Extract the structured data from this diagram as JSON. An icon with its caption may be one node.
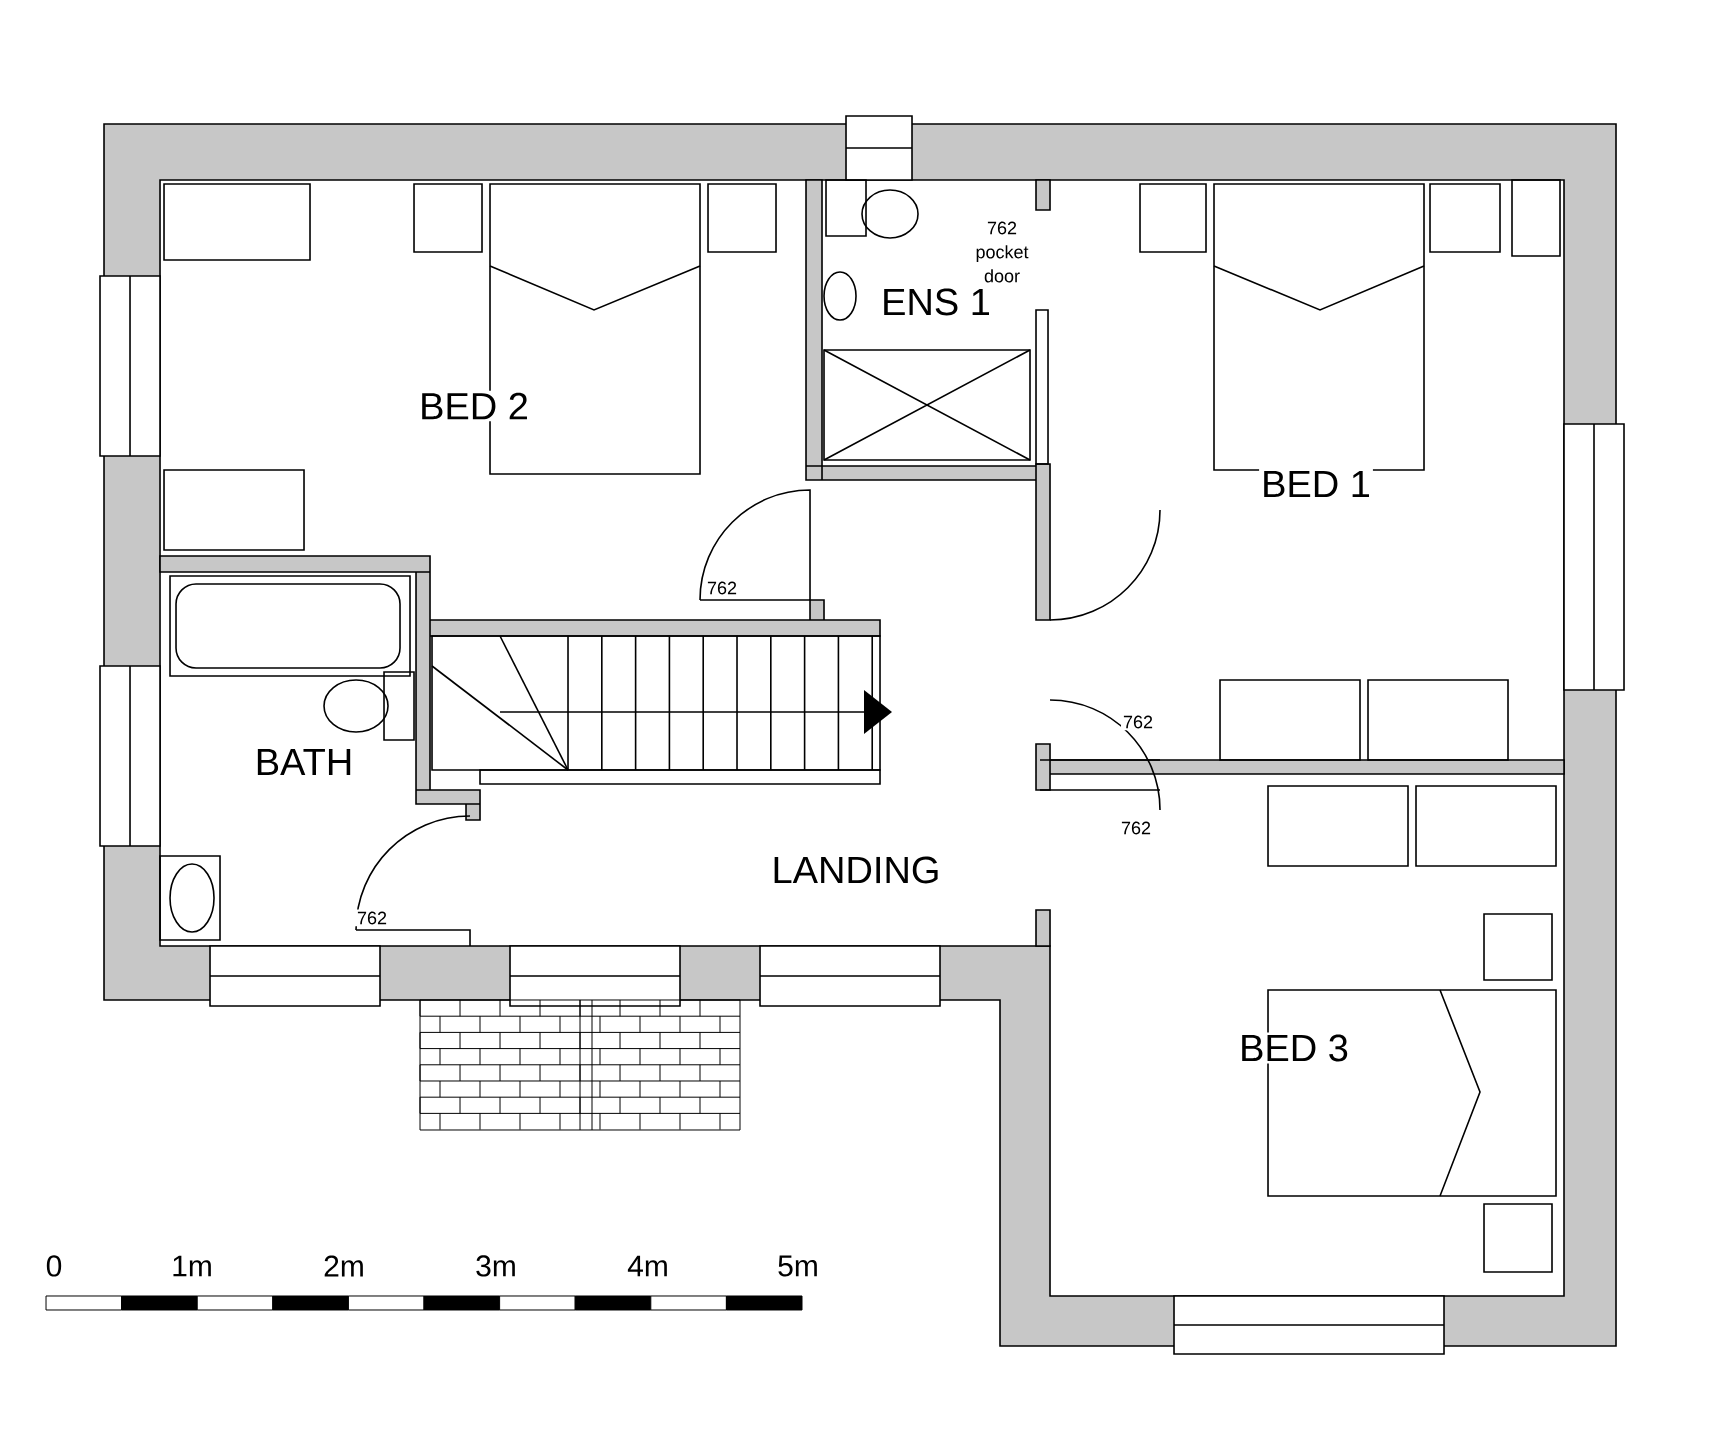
{
  "diagram": {
    "labels": [
      "762 pocket door",
      "ENS 1",
      "BED 2",
      "BED 1",
      "762",
      "BATH",
      "762",
      "762",
      "LANDING",
      "762",
      "BED 3",
      "0",
      "1m",
      "2m",
      "3m",
      "4m",
      "5m"
    ]
  }
}
